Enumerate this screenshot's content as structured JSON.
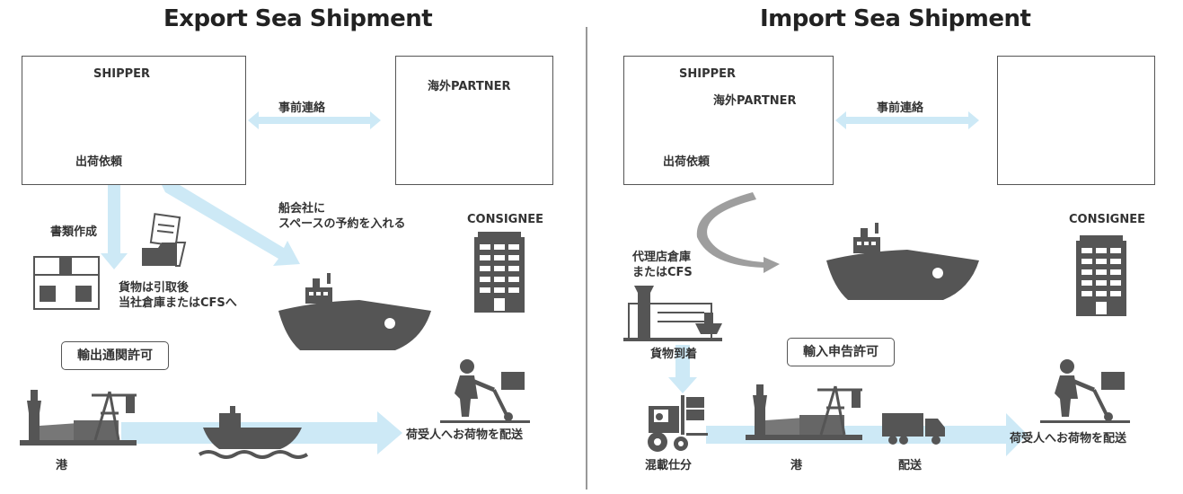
{
  "export": {
    "title": "Export Sea Shipment",
    "shipper": "SHIPPER",
    "partner": "海外PARTNER",
    "advance_contact": "事前連絡",
    "shipping_request": "出荷依頼",
    "document_creation": "書類作成",
    "booking_line1": "船会社に",
    "booking_line2": "スペースの予約を入れる",
    "consignee": "CONSIGNEE",
    "cargo_line1": "貨物は引取後",
    "cargo_line2": "当社倉庫またはCFSへ",
    "clearance": "輸出通関許可",
    "port": "港",
    "delivery": "荷受人へお荷物を配送"
  },
  "import": {
    "title": "Import Sea Shipment",
    "shipper": "SHIPPER",
    "partner": "海外PARTNER",
    "advance_contact": "事前連絡",
    "shipping_request": "出荷依頼",
    "consignee": "CONSIGNEE",
    "agent_line1": "代理店倉庫",
    "agent_line2": "またはCFS",
    "arrival": "貨物到着",
    "declaration": "輸入申告許可",
    "devanning": "混載仕分",
    "port": "港",
    "transport": "配送",
    "delivery": "荷受人へお荷物を配送"
  },
  "colors": {
    "arrow": "#cde9f6",
    "icon": "#555555",
    "grey_arrow": "#9e9e9e"
  }
}
